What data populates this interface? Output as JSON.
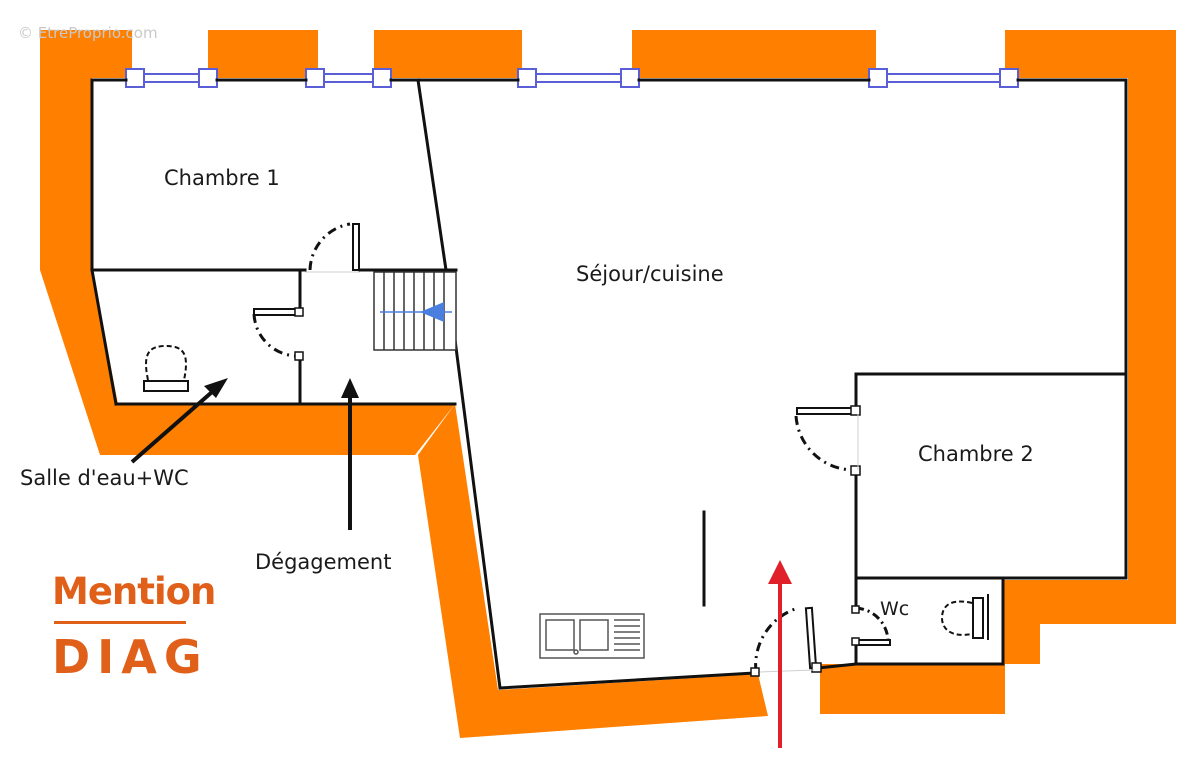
{
  "watermark": "© EtreProprio.com",
  "rooms": {
    "chambre1": "Chambre 1",
    "sejour": "Séjour/cuisine",
    "chambre2": "Chambre 2",
    "wc": "Wc"
  },
  "callouts": {
    "salle_eau": "Salle d'eau+WC",
    "degagement": "Dégagement"
  },
  "logo": {
    "line1": "Mention",
    "line2": "DIAG"
  },
  "colors": {
    "wall": "#ff7f00",
    "line": "#111111",
    "window": "#5a5fd8",
    "entry_arrow": "#e0202a",
    "stair_arrow": "#4a7fe0",
    "logo": "#e0601a"
  }
}
